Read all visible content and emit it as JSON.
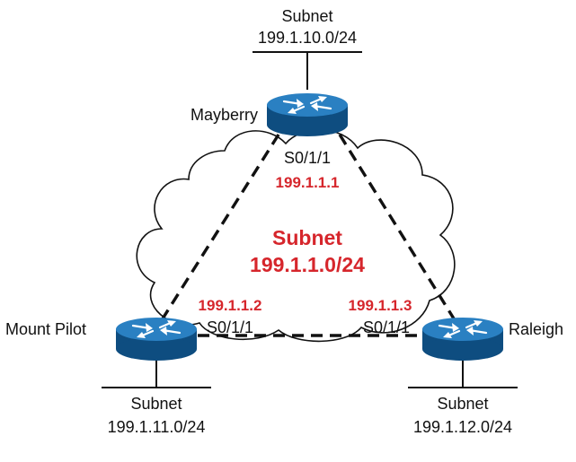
{
  "colors": {
    "accent_red": "#d6262c",
    "router_blue": "#1f74b4",
    "router_dark": "#0e4d80",
    "cloud_fill": "#ffffff",
    "line": "#111111"
  },
  "wan": {
    "subnet_label": "Subnet",
    "subnet_address": "199.1.1.0/24"
  },
  "routers": {
    "mayberry": {
      "name": "Mayberry",
      "interface": "S0/1/1",
      "ip": "199.1.1.1",
      "lan_label": "Subnet",
      "lan_address": "199.1.10.0/24"
    },
    "mount_pilot": {
      "name": "Mount Pilot",
      "interface": "S0/1/1",
      "ip": "199.1.1.2",
      "lan_label": "Subnet",
      "lan_address": "199.1.11.0/24"
    },
    "raleigh": {
      "name": "Raleigh",
      "interface": "S0/1/1",
      "ip": "199.1.1.3",
      "lan_label": "Subnet",
      "lan_address": "199.1.12.0/24"
    }
  },
  "icons": {
    "router": "router-icon",
    "cloud": "wan-cloud-icon"
  }
}
